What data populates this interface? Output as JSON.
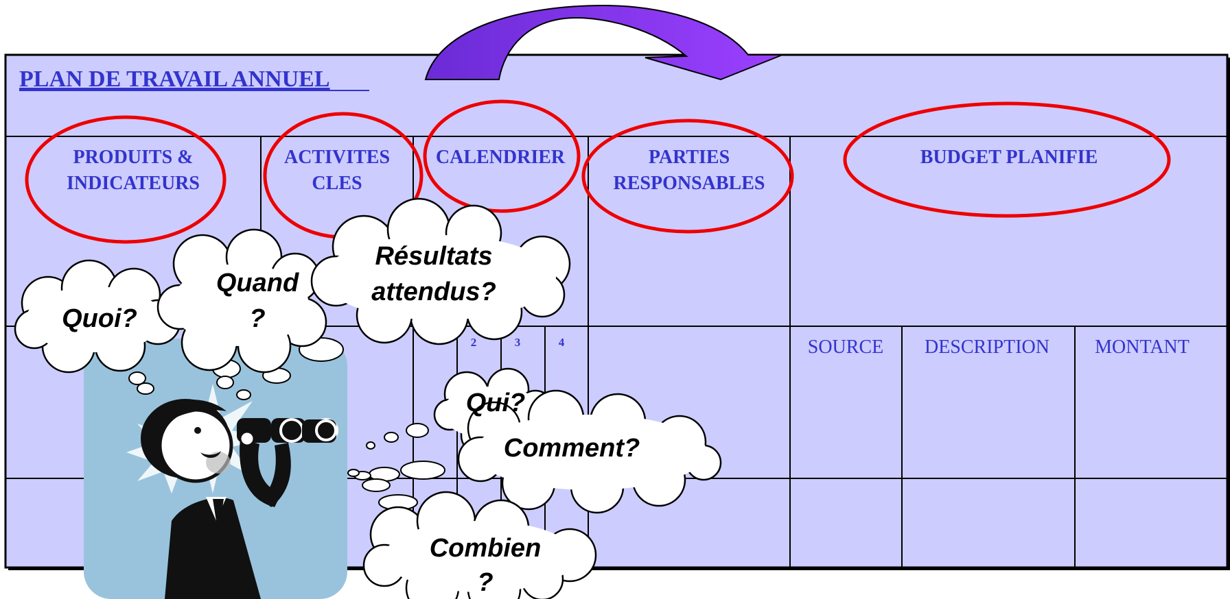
{
  "title": "PLAN DE TRAVAIL ANNUEL",
  "headers": {
    "produits_1": "PRODUITS &",
    "produits_2": "INDICATEURS",
    "activites_1": "ACTIVITES",
    "activites_2": "CLES",
    "calendrier": "CALENDRIER",
    "parties_1": "PARTIES",
    "parties_2": "RESPONSABLES",
    "budget": "BUDGET PLANIFIE"
  },
  "quarters": [
    "2",
    "3",
    "4"
  ],
  "budget_subheaders": {
    "source": "SOURCE",
    "description": "DESCRIPTION",
    "montant": "MONTANT"
  },
  "bubbles": {
    "quoi": "Quoi?",
    "quand_1": "Quand",
    "quand_2": "?",
    "resultats_1": "Résultats",
    "resultats_2": "attendus?",
    "qui": "Qui?",
    "comment": "Comment?",
    "combien_1": "Combien",
    "combien_2": "?"
  },
  "colors": {
    "table_fill": "#ccccff",
    "header_text": "#3333cc",
    "title_text": "#3333cc",
    "ellipse": "#ee0000",
    "arrow_fill": "#8a2be2",
    "illustration_bg": "#99c3dc"
  }
}
